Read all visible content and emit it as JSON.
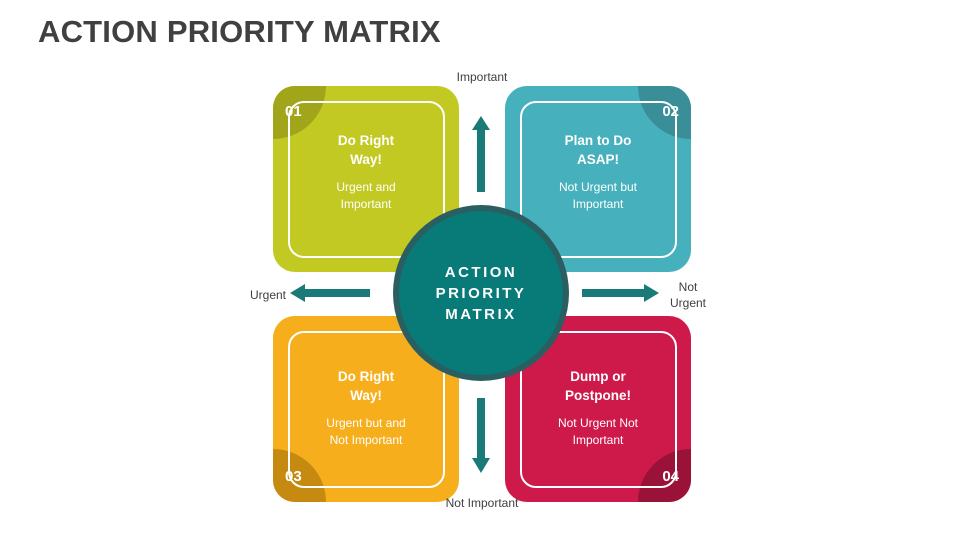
{
  "title": "ACTION PRIORITY MATRIX",
  "center_label": "ACTION PRIORITY MATRIX",
  "axes": {
    "top": "Important",
    "bottom": "Not Important",
    "left": "Urgent",
    "right": "Not Urgent"
  },
  "quadrants": [
    {
      "number": "01",
      "heading": "Do Right Way!",
      "description": "Urgent and Important",
      "color": "#c2c923"
    },
    {
      "number": "02",
      "heading": "Plan to Do ASAP!",
      "description": "Not Urgent but Important",
      "color": "#46b1bd"
    },
    {
      "number": "03",
      "heading": "Do Right Way!",
      "description": "Urgent but and Not Important",
      "color": "#f6ae1c"
    },
    {
      "number": "04",
      "heading": "Dump or Postpone!",
      "description": "Not Urgent Not Important",
      "color": "#cd1a4a"
    }
  ],
  "colors": {
    "title": "#404040",
    "arrow": "#1a7a78",
    "center": "#087a77"
  }
}
